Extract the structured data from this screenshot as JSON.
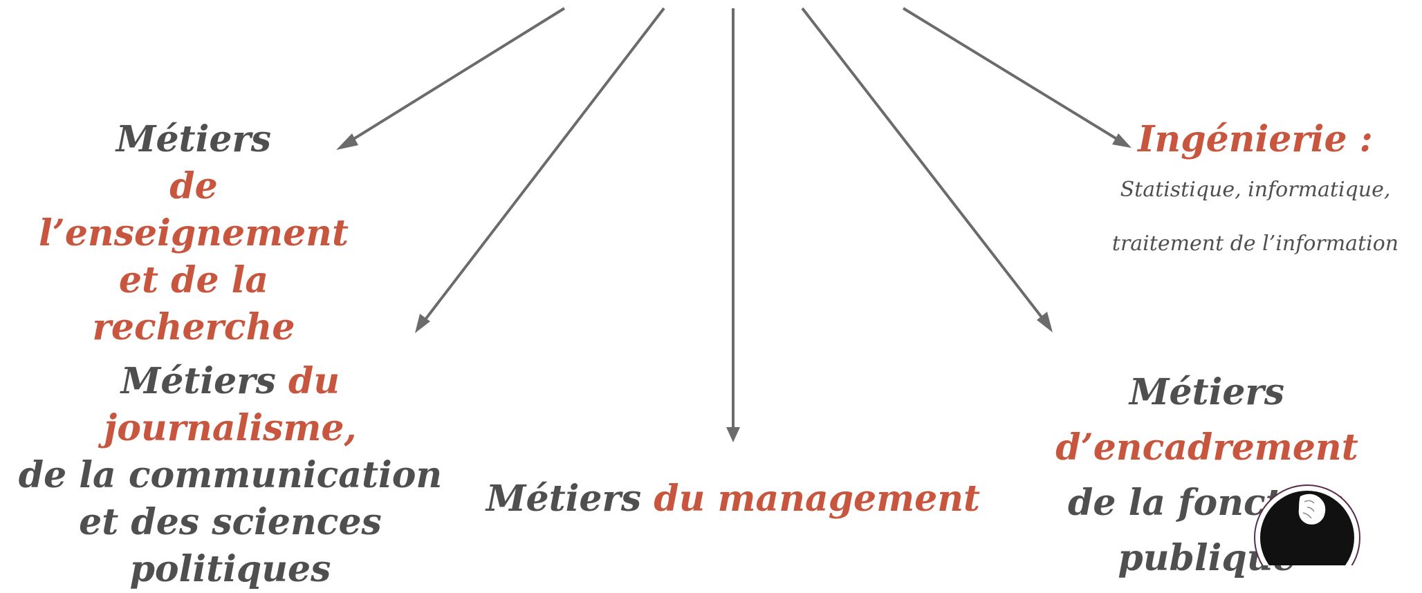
{
  "colors": {
    "accent": "#c8553d",
    "text": "#4f4f4f",
    "arrow": "#6b6b6b"
  },
  "nodes": {
    "teaching": {
      "line1": "Métiers",
      "line2": "de l’enseignement",
      "line3": "et de la recherche"
    },
    "engineering": {
      "title": "Ingénierie :",
      "sub1": "Statistique, informatique,",
      "sub2": "traitement de l’information"
    },
    "journalism": {
      "prefix": "Métiers ",
      "highlight": "du journalisme,",
      "line2": "de la communication",
      "line3": "et des sciences politiques"
    },
    "civil_service": {
      "prefix": "Métiers ",
      "highlight": "d’encadrement",
      "line2": "de la fonction publique"
    },
    "management": {
      "prefix": "Métiers ",
      "highlight": "du management"
    }
  },
  "logo": {
    "icon": "university-seal-icon"
  }
}
